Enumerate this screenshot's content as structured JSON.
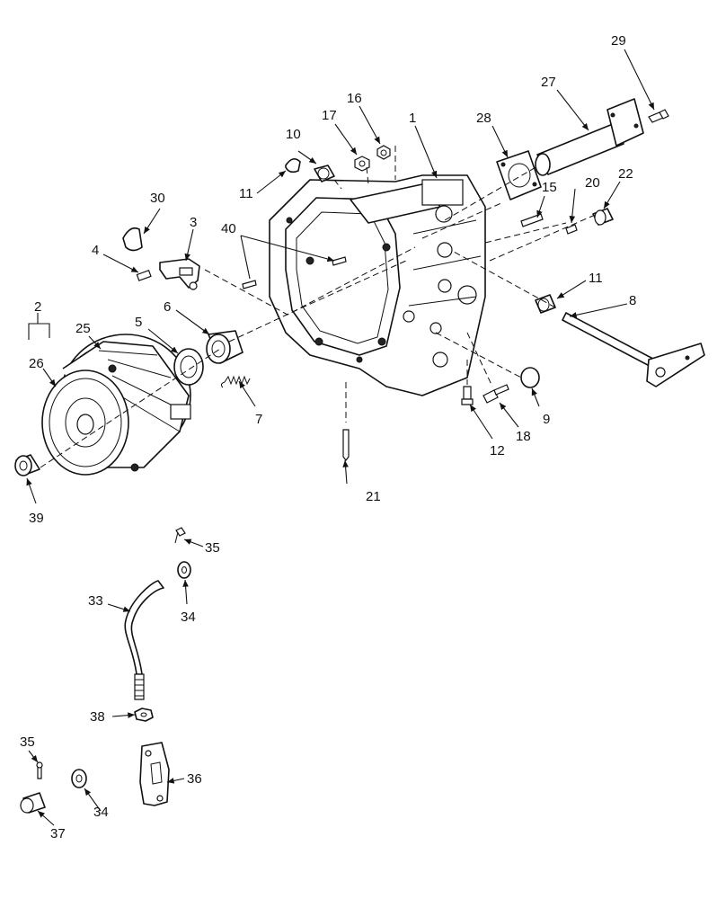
{
  "callouts": {
    "c1": "1",
    "c2": "2",
    "c3": "3",
    "c4": "4",
    "c5": "5",
    "c6": "6",
    "c7": "7",
    "c8": "8",
    "c9": "9",
    "c10": "10",
    "c11a": "11",
    "c11b": "11",
    "c12": "12",
    "c15": "15",
    "c16": "16",
    "c17": "17",
    "c18": "18",
    "c20": "20",
    "c21": "21",
    "c22": "22",
    "c25": "25",
    "c26": "26",
    "c27": "27",
    "c28": "28",
    "c29": "29",
    "c30": "30",
    "c33": "33",
    "c34a": "34",
    "c34b": "34",
    "c35a": "35",
    "c35b": "35",
    "c36": "36",
    "c37": "37",
    "c38": "38",
    "c39": "39",
    "c40": "40"
  }
}
